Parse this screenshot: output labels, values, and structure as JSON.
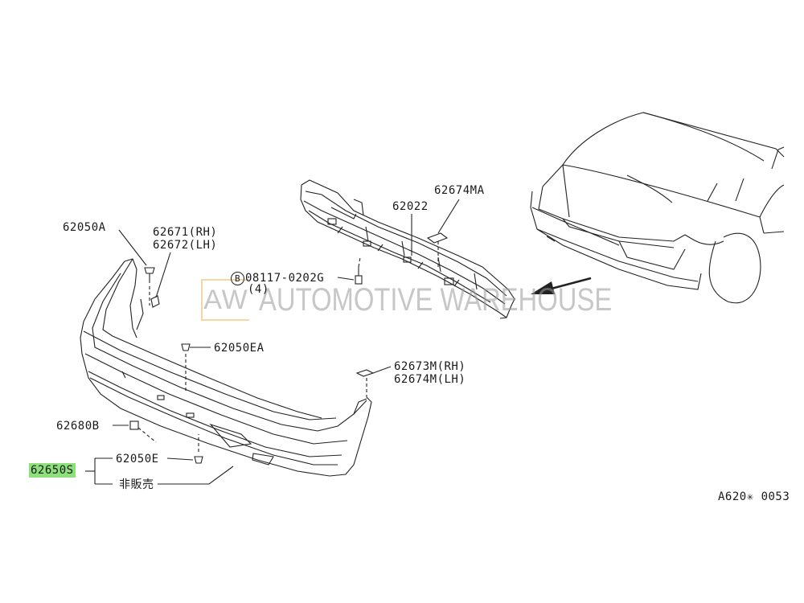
{
  "watermark": {
    "logo": "AW",
    "text": "AUTOMOTIVE WAREHOUSE"
  },
  "labels": {
    "p62674MA": "62674MA",
    "p62022": "62022",
    "p62050A": "62050A",
    "p62671": "62671(RH)",
    "p62672": "62672(LH)",
    "bolt_code": "08117-0202G",
    "bolt_prefix": "B",
    "bolt_qty": "(4)",
    "p62050EA": "62050EA",
    "p62673M": "62673M(RH)",
    "p62674M": "62674M(LH)",
    "p62680B": "62680B",
    "p62050E": "62050E",
    "p62650S": "62650S",
    "not_sold": "非販売",
    "figure_code": "A620✳ 0053"
  },
  "colors": {
    "highlight": "#8ee07a",
    "line": "#222222",
    "watermark": "#9a9a9a",
    "watermark_box": "#f0b85a"
  }
}
